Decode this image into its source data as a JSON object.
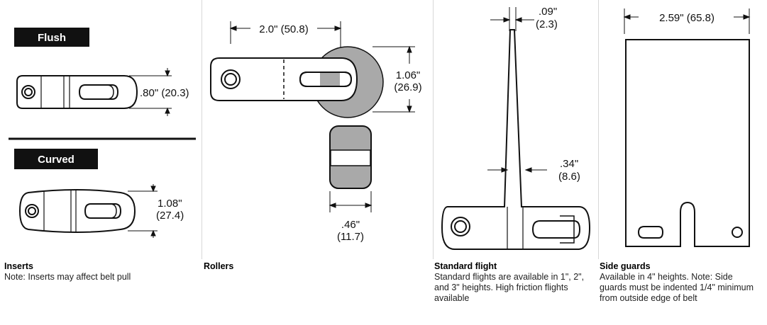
{
  "inserts": {
    "flush_label": "Flush",
    "curved_label": "Curved",
    "flush_dim": ".80\" (20.3)",
    "curved_dim_in": "1.08\"",
    "curved_dim_mm": "(27.4)",
    "caption_title": "Inserts",
    "caption_text": "Note: Inserts may affect belt pull"
  },
  "rollers": {
    "width_dim": "2.0\" (50.8)",
    "height_dim_in": "1.06\"",
    "height_dim_mm": "(26.9)",
    "roller_dim_in": ".46\"",
    "roller_dim_mm": "(11.7)",
    "caption_title": "Rollers"
  },
  "flight": {
    "top_dim_in": ".09\"",
    "top_dim_mm": "(2.3)",
    "base_dim_in": ".34\"",
    "base_dim_mm": "(8.6)",
    "caption_title": "Standard flight",
    "caption_text": "Standard flights are available in 1\", 2\", and 3\" heights. High friction flights available"
  },
  "guards": {
    "width_dim": "2.59\" (65.8)",
    "caption_title": "Side guards",
    "caption_text": "Available in 4\" heights. Note: Side guards must be indented 1/4\" minimum from outside edge of belt"
  },
  "colors": {
    "shading": "#a9a9a9",
    "label_bg": "#111111"
  }
}
